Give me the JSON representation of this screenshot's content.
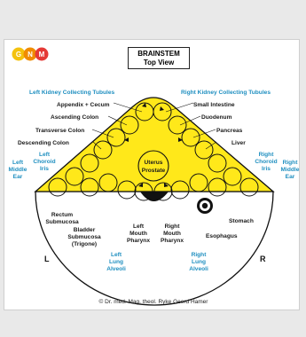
{
  "brand": {
    "letters": [
      "G",
      "N",
      "M"
    ],
    "colors": [
      "#f4c20d",
      "#f08c00",
      "#e53935"
    ]
  },
  "title": {
    "line1": "BRAINSTEM",
    "line2": "Top View"
  },
  "labels": {
    "left_kidney": "Left Kidney Collecting Tubules",
    "right_kidney": "Right Kidney Collecting Tubules",
    "appendix": "Appendix + Cecum",
    "small_intestine": "Small Intestine",
    "ascending_colon": "Ascending Colon",
    "duodenum": "Duodenum",
    "transverse_colon": "Transverse Colon",
    "pancreas": "Pancreas",
    "descending_colon": "Descending Colon",
    "liver": "Liver",
    "left_choroid": [
      "Left",
      "Choroid",
      "Iris"
    ],
    "right_choroid": [
      "Right",
      "Choroid",
      "Iris"
    ],
    "left_middle_ear": [
      "Left",
      "Middle",
      "Ear"
    ],
    "right_middle_ear": [
      "Right",
      "Middle",
      "Ear"
    ],
    "uterus_prostate": [
      "Uterus",
      "Prostate"
    ],
    "rectum_bladder": [
      "Rectum",
      "Submucosa",
      "Bladder",
      "Submucosa",
      "(Trigone)"
    ],
    "left_mouth": [
      "Left",
      "Mouth",
      "Pharynx"
    ],
    "right_mouth": [
      "Right",
      "Mouth",
      "Pharynx"
    ],
    "stomach": "Stomach",
    "esophagus": "Esophagus",
    "left_lung": [
      "Left",
      "Lung",
      "Alveoli"
    ],
    "right_lung": [
      "Right",
      "Lung",
      "Alveoli"
    ],
    "side_left": "L",
    "side_right": "R"
  },
  "copyright": "© Dr. med. Mag. theol. Ryke Geerd Hamer",
  "colors": {
    "fill": "#ffe81a",
    "label_blue": "#1f8fc0",
    "line": "#111111"
  }
}
